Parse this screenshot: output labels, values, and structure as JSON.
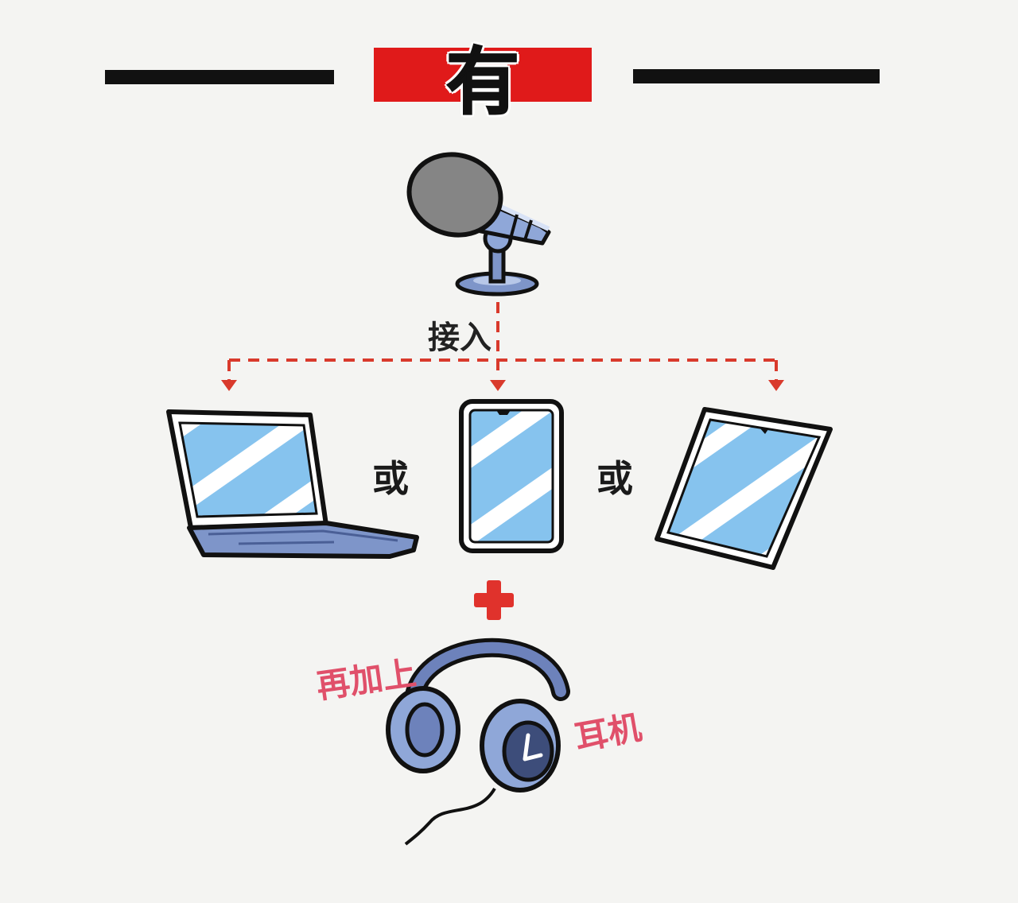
{
  "title": {
    "text": "有",
    "accent_color": "#e01a1a"
  },
  "microphone": {
    "icon": "microphone-icon"
  },
  "connector": {
    "label": "接入",
    "line_color": "#d93a2c"
  },
  "devices": [
    {
      "name": "laptop",
      "icon": "laptop-icon"
    },
    {
      "name": "phone",
      "icon": "phone-icon"
    },
    {
      "name": "tablet",
      "icon": "tablet-icon"
    }
  ],
  "separators": [
    "或",
    "或"
  ],
  "plus_color": "#e0322c",
  "headphones": {
    "prefix_label": "再加上",
    "label": "耳机",
    "label_color": "#e0506a",
    "icon": "headphones-icon"
  }
}
